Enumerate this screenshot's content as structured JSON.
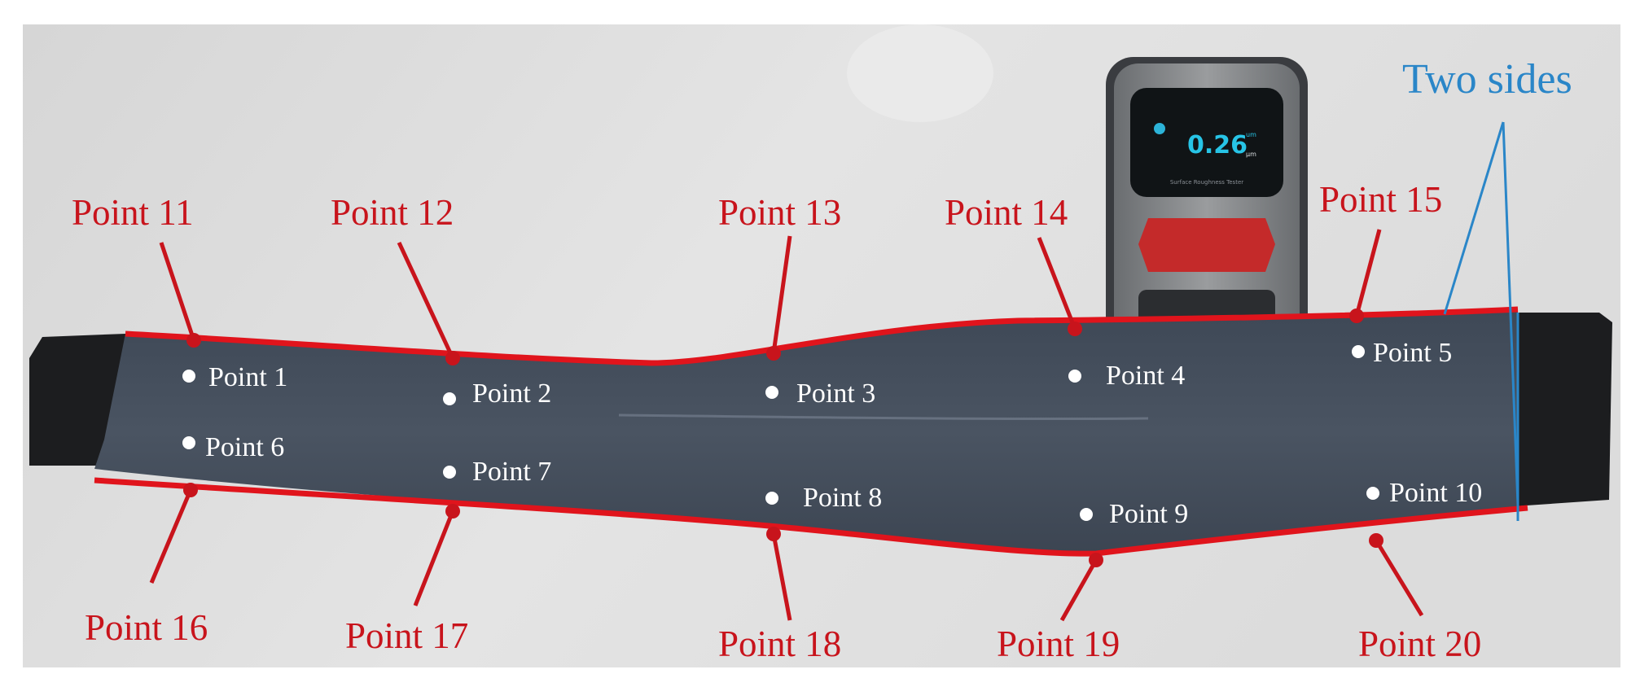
{
  "colors": {
    "red": "#c8141c",
    "white": "#ffffff",
    "blue": "#2a86c8",
    "specimen": "#46505e"
  },
  "device": {
    "reading": "0.26",
    "unit_top": "um",
    "unit_bottom": "μm",
    "caption": "Surface Roughness Tester"
  },
  "annotations": {
    "sides_label": "Two sides"
  },
  "inner_points": [
    "Point 1",
    "Point 2",
    "Point 3",
    "Point 4",
    "Point 5",
    "Point 6",
    "Point 7",
    "Point 8",
    "Point 9",
    "Point 10"
  ],
  "edge_points_top": [
    "Point 11",
    "Point 12",
    "Point 13",
    "Point 14",
    "Point 15"
  ],
  "edge_points_bottom": [
    "Point 16",
    "Point 17",
    "Point 18",
    "Point 19",
    "Point 20"
  ]
}
